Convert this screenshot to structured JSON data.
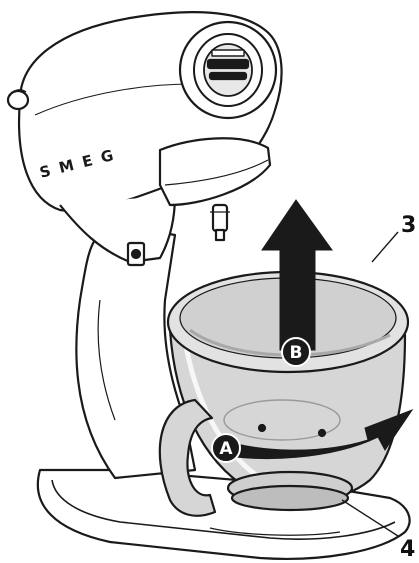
{
  "brand": "SMEG",
  "callouts": {
    "bowl": "3",
    "base_ring": "4"
  },
  "steps": {
    "rotate": "A",
    "lift": "B"
  },
  "colors": {
    "line": "#1a1a1a",
    "arrow": "#1a1a1a",
    "bowl_fill": "#dcdcdc",
    "bowl_shade": "#bdbdbd",
    "body_fill": "#ffffff"
  },
  "icons": {
    "rotate_arrow": "curved-arrow-right-icon",
    "lift_arrow": "arrow-up-icon"
  }
}
